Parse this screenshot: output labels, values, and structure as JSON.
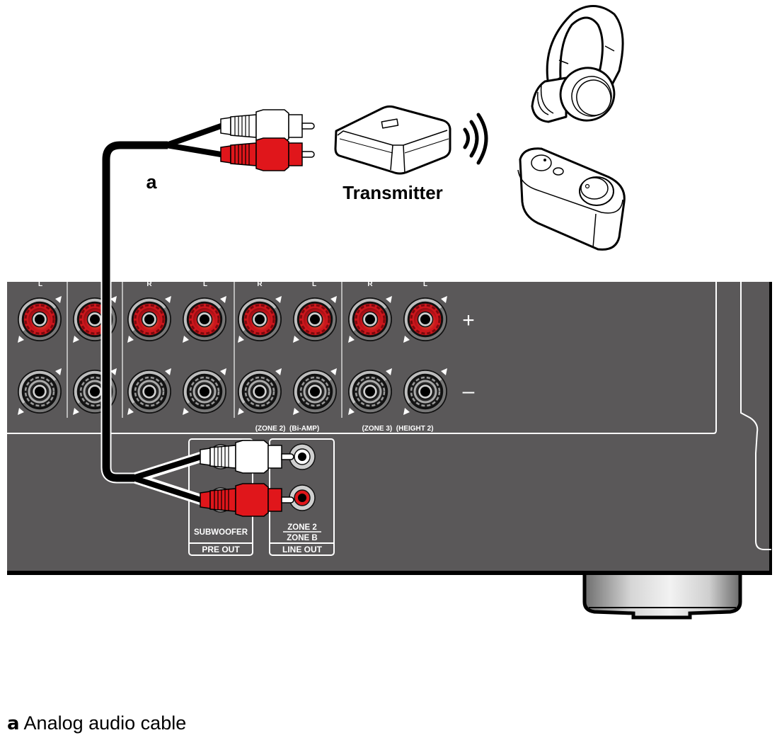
{
  "diagram": {
    "title": "Wireless headphone transmitter connection via ZONE 2 / ZONE B LINE OUT",
    "cable_label": "a",
    "transmitter_label": "Transmitter",
    "devices": [
      "Transmitter",
      "Wireless headphones",
      "Wireless speaker"
    ],
    "icons": {
      "wireless_waves": "wireless-signal-icon",
      "headphones": "headphones-icon",
      "speaker": "wireless-speaker-icon",
      "transmitter": "transmitter-icon"
    },
    "panel": {
      "channel_labels": [
        "L",
        "R",
        "L",
        "R",
        "L",
        "R",
        "L"
      ],
      "polarity_plus": "+",
      "polarity_minus": "–",
      "zone_labels": {
        "zone2_biamp": "(ZONE 2)  (Bi-AMP)",
        "zone3_height2": "(ZONE 3)  (HEIGHT 2)"
      },
      "subwoofer_label": "SUBWOOFER",
      "pre_out_label": "PRE OUT",
      "zone2_label": "ZONE 2",
      "zoneb_label": "ZONE B",
      "line_out_label": "LINE OUT"
    },
    "colors": {
      "panel": "#5a5859",
      "terminal_red": "#d7191f",
      "plug_red": "#e0161b",
      "plug_white": "#ffffff",
      "cable": "#000000",
      "outline": "#ffffff"
    }
  },
  "legend": {
    "key": "a",
    "text": "Analog audio cable"
  }
}
